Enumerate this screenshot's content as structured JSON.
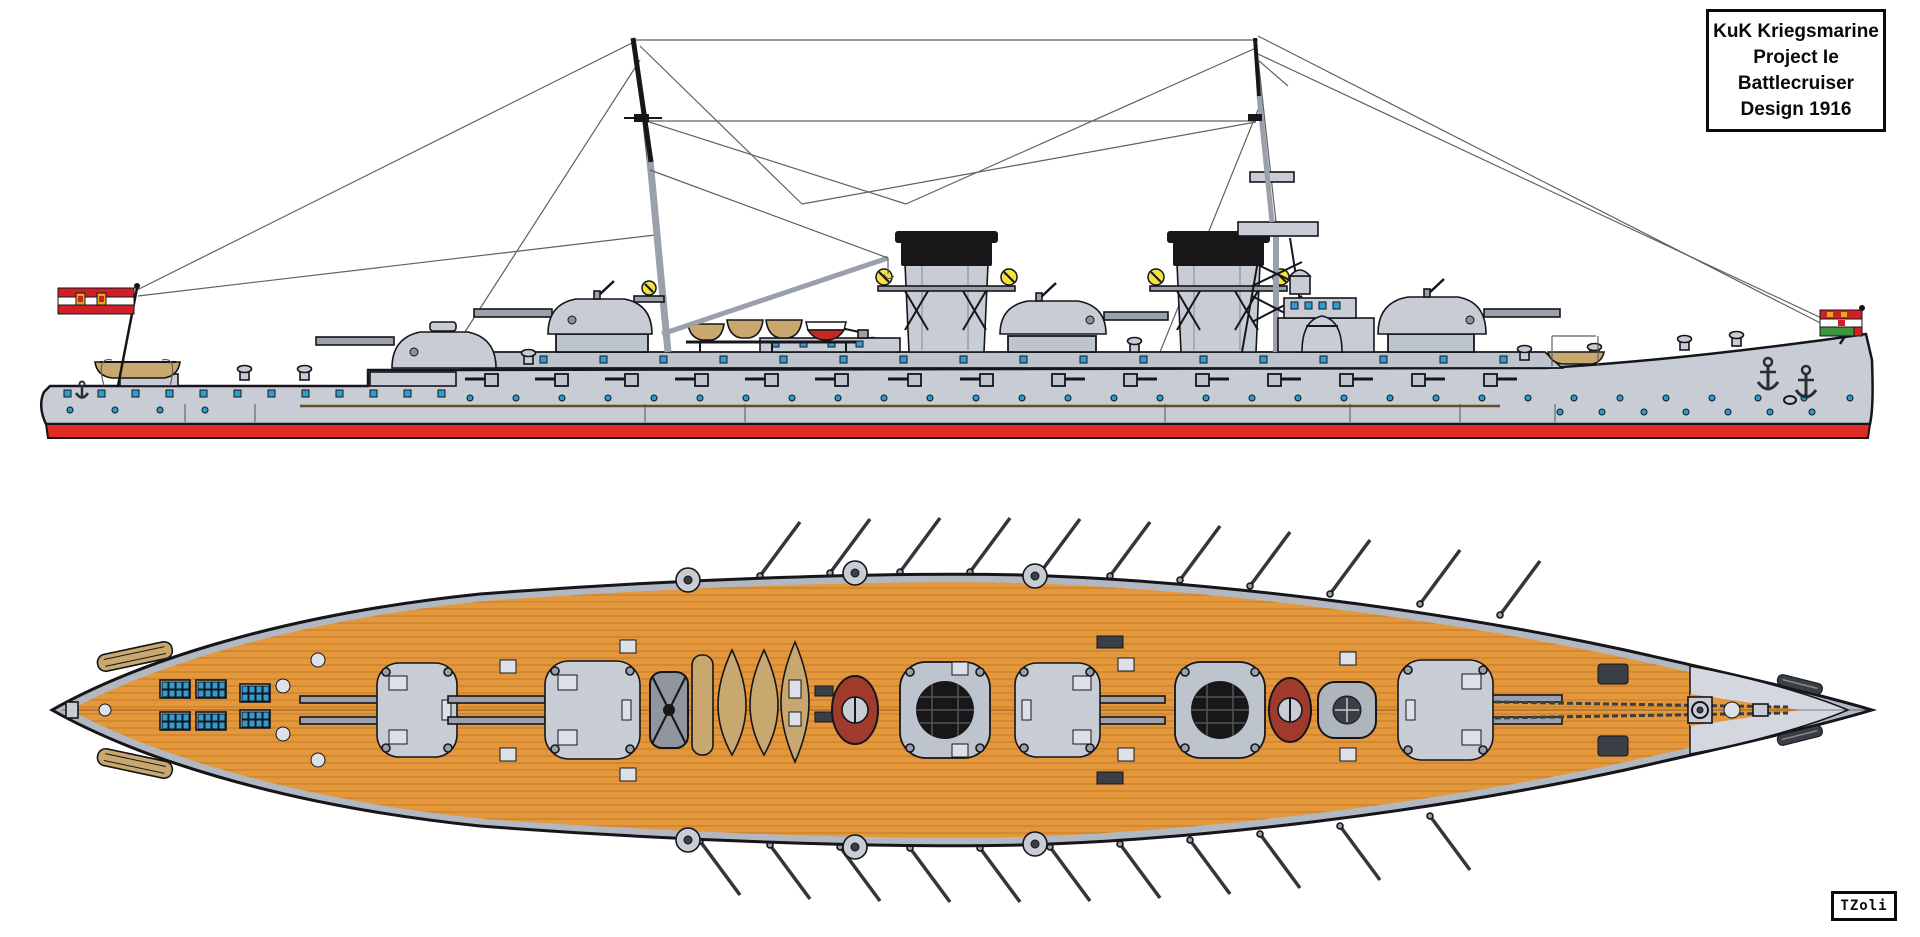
{
  "title_box": {
    "lines": [
      "KuK Kriegsmarine",
      "Project Ie",
      "Battlecruiser",
      "Design 1916"
    ]
  },
  "signature": {
    "text": "TZoli"
  },
  "icons": {
    "stern_flag": "austro-hungarian-naval-ensign",
    "bow_flag": "kuk-1915-jack",
    "anchor": "fouled-anchor",
    "searchlight": "searchlight",
    "signature_mark": "tzoli-monogram"
  },
  "palette": {
    "hull_gray": "#C8CDD5",
    "panel_light": "#DDE1E7",
    "hull_band": "#BEC4CD",
    "rim_gray": "#B2B8C1",
    "deck_wood": "#E5973C",
    "plank_line": "#A2671B",
    "deck_gray": "#D4D8DE",
    "waterline_red": "#E02A24",
    "funnel_black": "#17171A",
    "metal_gray": "#9AA1AA",
    "dark_fitting": "#3A3F45",
    "boat_tan": "#C9A86F",
    "boat_red": "#C4281F",
    "window_blue": "#2F9DD4",
    "searchlight_yellow": "#F2E23C",
    "barbette_red": "#A03A2C",
    "flag_red": "#D02027",
    "flag_green": "#3F9440",
    "flag_gold": "#E2A91C",
    "outline": "#15151A",
    "rigging_gray": "#606060"
  }
}
